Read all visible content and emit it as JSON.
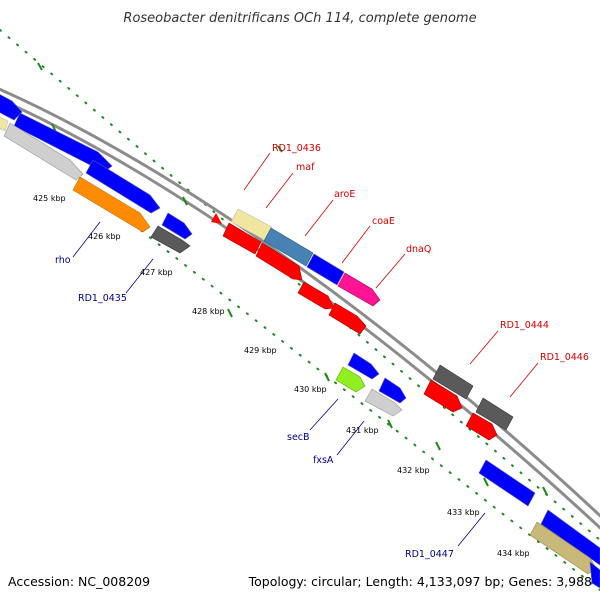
{
  "header": {
    "title": "Roseobacter denitrificans OCh 114, complete genome"
  },
  "footer": {
    "accession": "Accession: NC_008209",
    "summary": "Topology: circular; Length: 4,133,097 bp; Genes: 3,988"
  },
  "scale_labels": [
    "425 kbp",
    "426 kbp",
    "427 kbp",
    "428 kbp",
    "429 kbp",
    "430 kbp",
    "431 kbp",
    "432 kbp",
    "433 kbp",
    "434 kbp"
  ],
  "gene_labels": {
    "forward": [
      "RD1_0436",
      "maf",
      "aroE",
      "coaE",
      "dnaQ",
      "RD1_0444",
      "RD1_0446"
    ],
    "reverse": [
      "rho",
      "RD1_0435",
      "secB",
      "fxsA",
      "RD1_0447"
    ]
  },
  "colors": {
    "backbone": "#8c8c8c",
    "tick": "#1e8a1e",
    "forward_label": "#d40000",
    "reverse_label": "#00008f",
    "red": "#ff0000",
    "blue": "#0000ff",
    "gray": "#5a5a5a",
    "light_gray": "#cfcfcf",
    "orange": "#ff8c00",
    "khaki": "#f0e6a0",
    "steel": "#4682b4",
    "magenta": "#ff1493",
    "lime": "#8fef20",
    "tan": "#c8b87a"
  }
}
